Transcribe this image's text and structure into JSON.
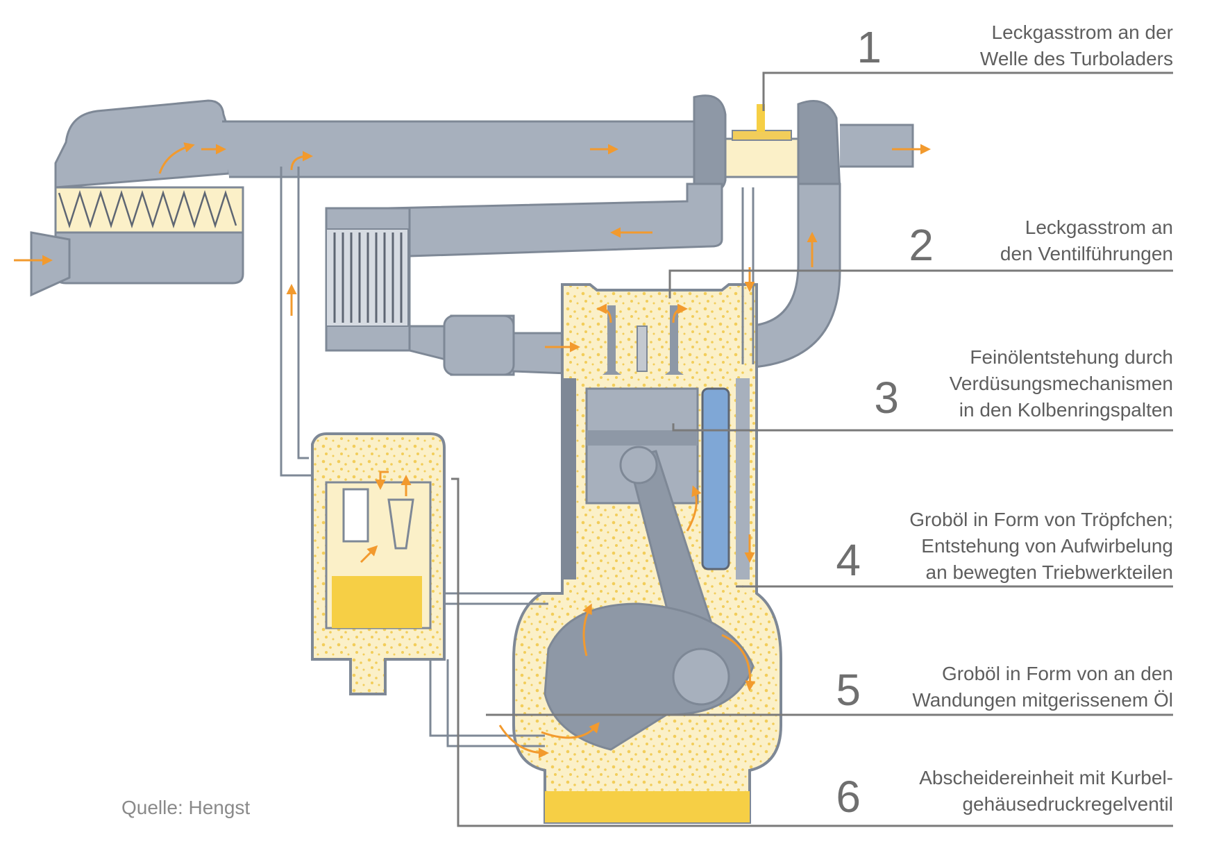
{
  "callouts": [
    {
      "number": "1",
      "lines": [
        "Leckgasstrom an der",
        "Welle des Turboladers"
      ]
    },
    {
      "number": "2",
      "lines": [
        "Leckgasstrom an",
        "den Ventilführungen"
      ]
    },
    {
      "number": "3",
      "lines": [
        "Feinölentstehung durch",
        "Verdüsungsmechanismen",
        "in den Kolbenringspalten"
      ]
    },
    {
      "number": "4",
      "lines": [
        "Groböl in Form von Tröpfchen;",
        "Entstehung von Aufwirbelung",
        "an bewegten Triebwerkteilen"
      ]
    },
    {
      "number": "5",
      "lines": [
        "Groböl in Form von an den",
        "Wandungen mitgerissenem Öl"
      ]
    },
    {
      "number": "6",
      "lines": [
        "Abscheidereinheit mit Kurbel-",
        "gehäusedruckregelventil"
      ]
    }
  ],
  "source": "Quelle: Hengst",
  "colors": {
    "pipe": "#a7b0bd",
    "pipe_dark": "#8e98a6",
    "outline": "#7e8896",
    "oil_mist": "#fbf0c8",
    "oil_dot": "#f2cd5a",
    "oil_sump": "#f6cf45",
    "arrow": "#f29a2e",
    "coolant": "#7fa7d6",
    "leader": "#7a7a7a"
  }
}
